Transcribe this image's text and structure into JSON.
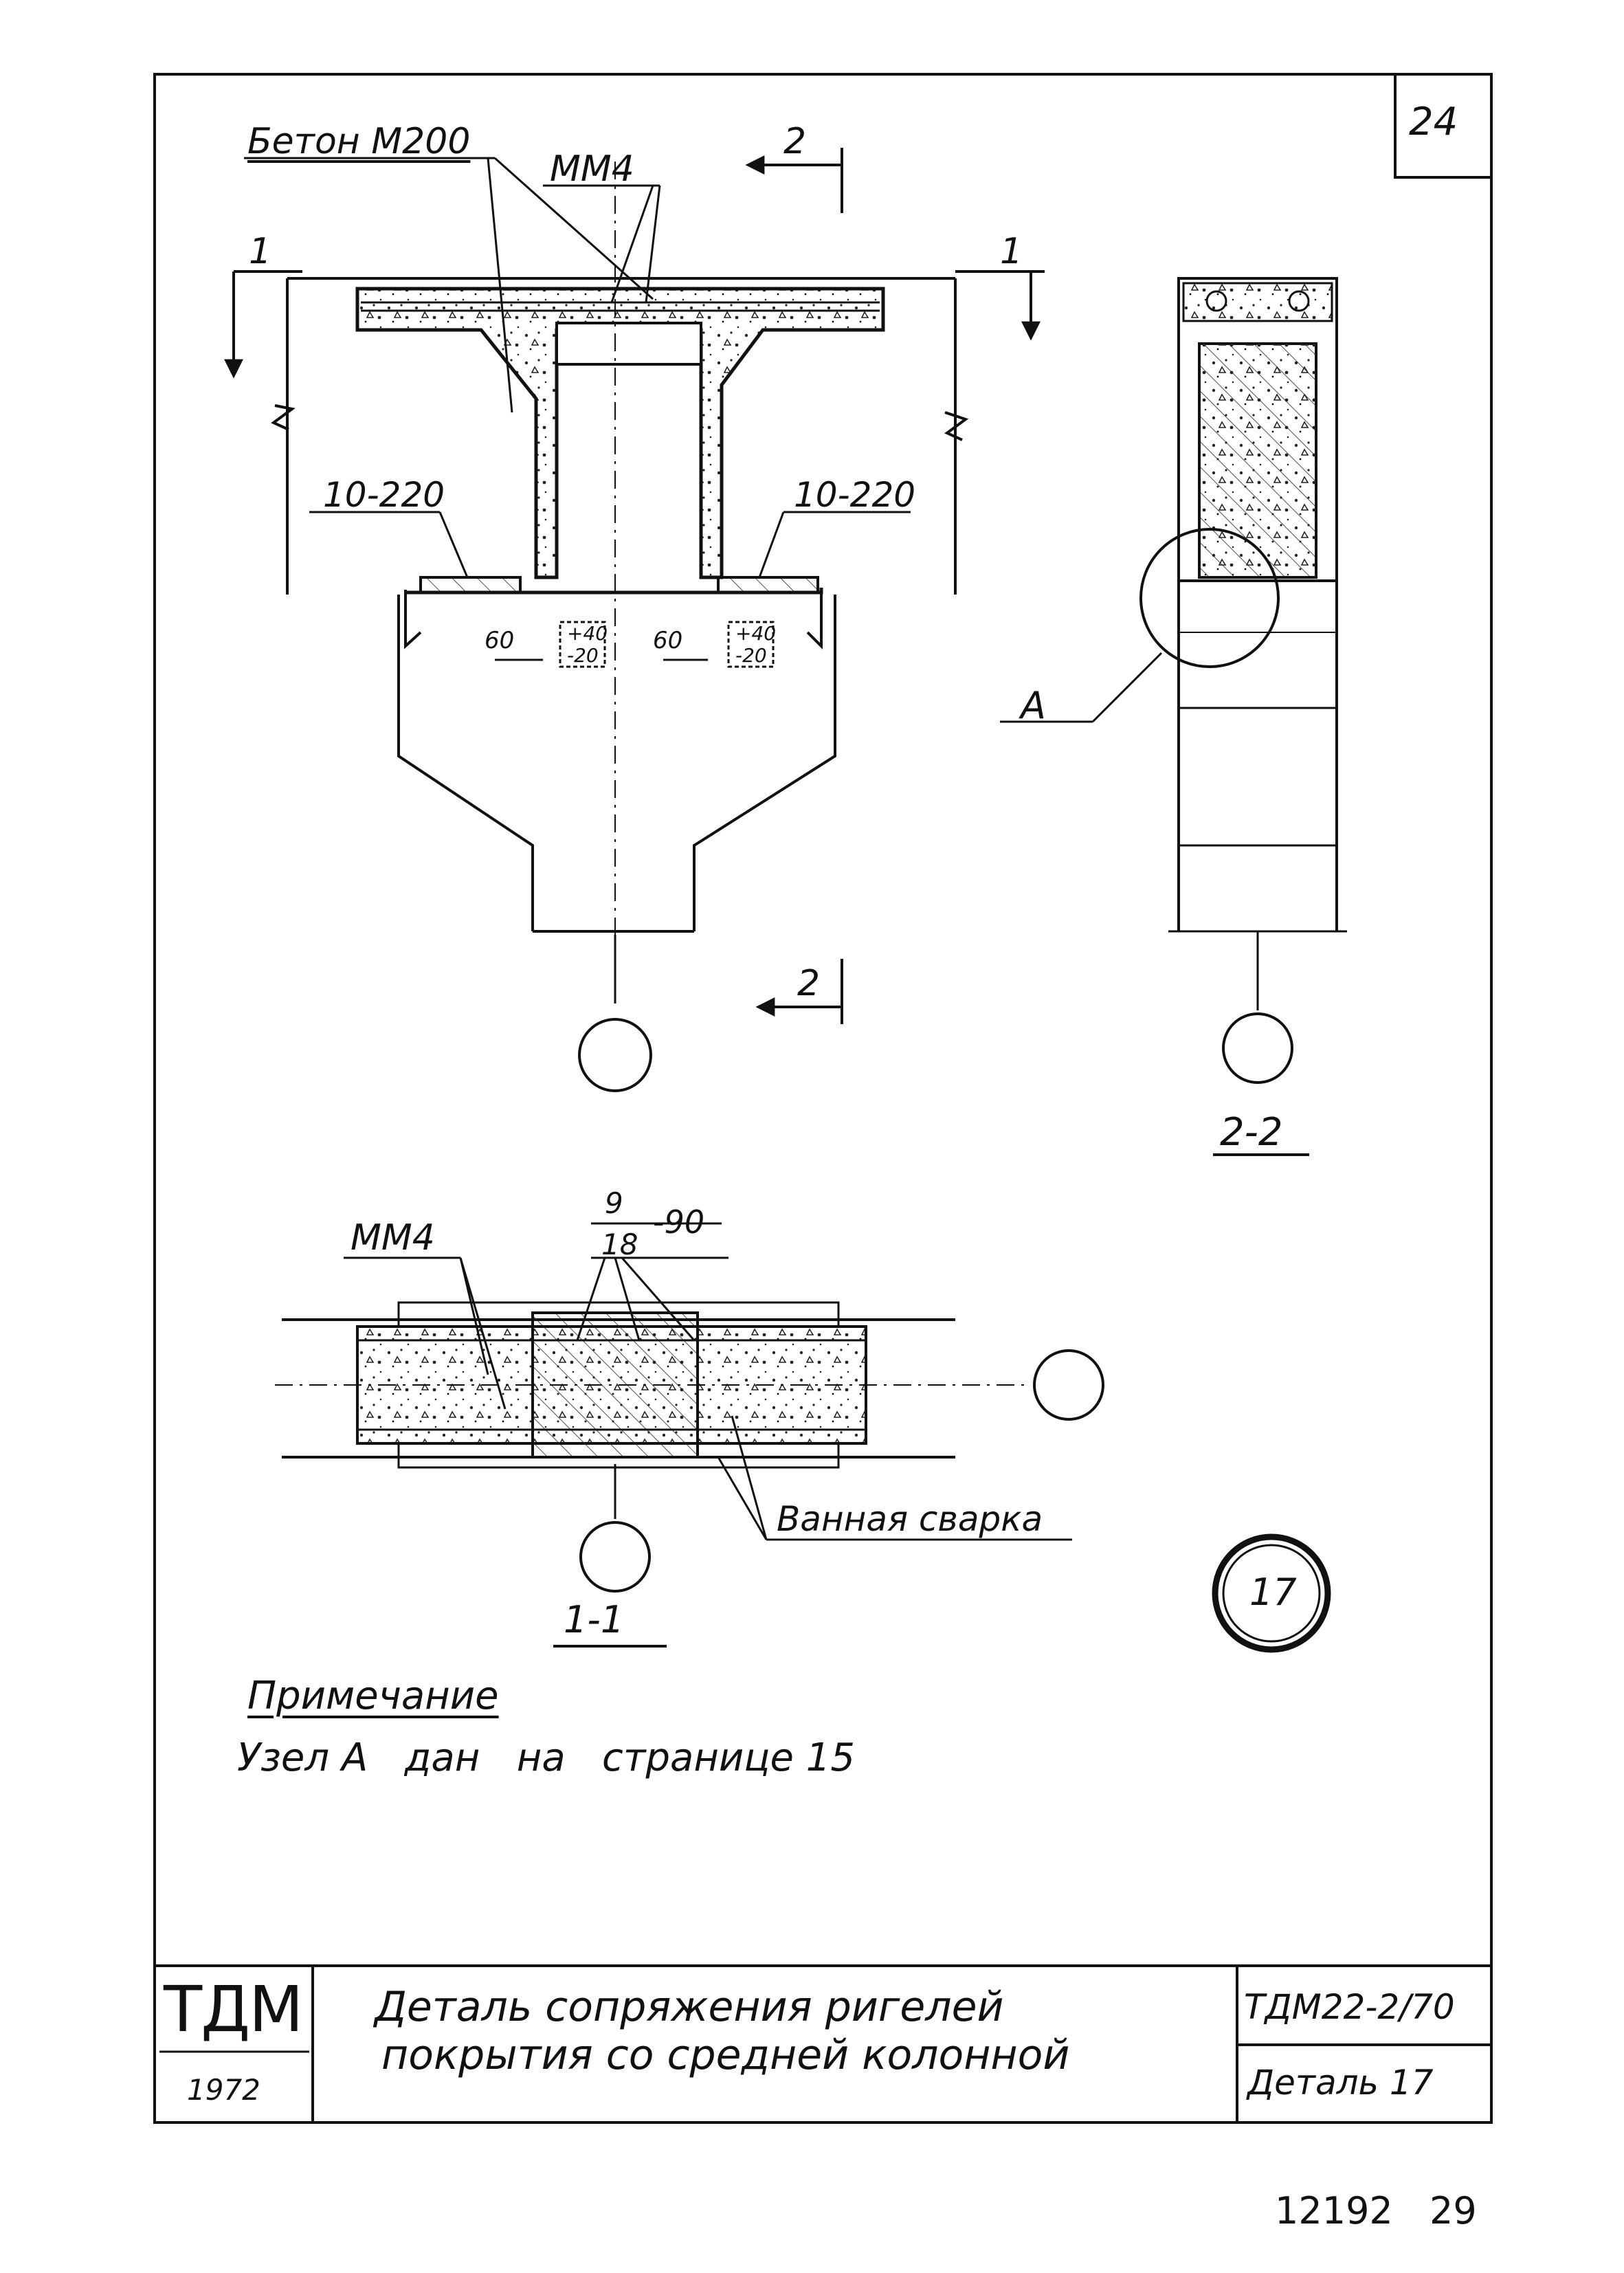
{
  "sheet": {
    "page_number": "24",
    "stamp_number": "17"
  },
  "labels": {
    "beton": "Бетон М200",
    "mm4_top": "ММ4",
    "section_1": "1",
    "section_2": "2",
    "rebar_left": "10-220",
    "rebar_right": "10-220",
    "dim_60_left": "60",
    "dim_60_right": "60",
    "tol_left_top": "+40",
    "tol_left_bottom": "-20",
    "tol_right_top": "+40",
    "tol_right_bottom": "-20",
    "node_a": "А",
    "section_22": "2-2",
    "mm4_plan": "ММ4",
    "bar_num": "9",
    "bar_den": "18",
    "bar_len": "-90",
    "weld": "Ванная сварка",
    "section_11": "1-1"
  },
  "note": {
    "heading": "Примечание",
    "text": "Узел А   дан   на   странице 15"
  },
  "title_block": {
    "logo": "ТДМ",
    "year": "1972",
    "title_line1": "Деталь сопряжения ригелей",
    "title_line2": "покрытия со средней колонной",
    "series": "ТДМ22-2/70",
    "detail": "Деталь 17"
  },
  "footer": {
    "archive_number": "12192",
    "sheet_number": "29"
  }
}
